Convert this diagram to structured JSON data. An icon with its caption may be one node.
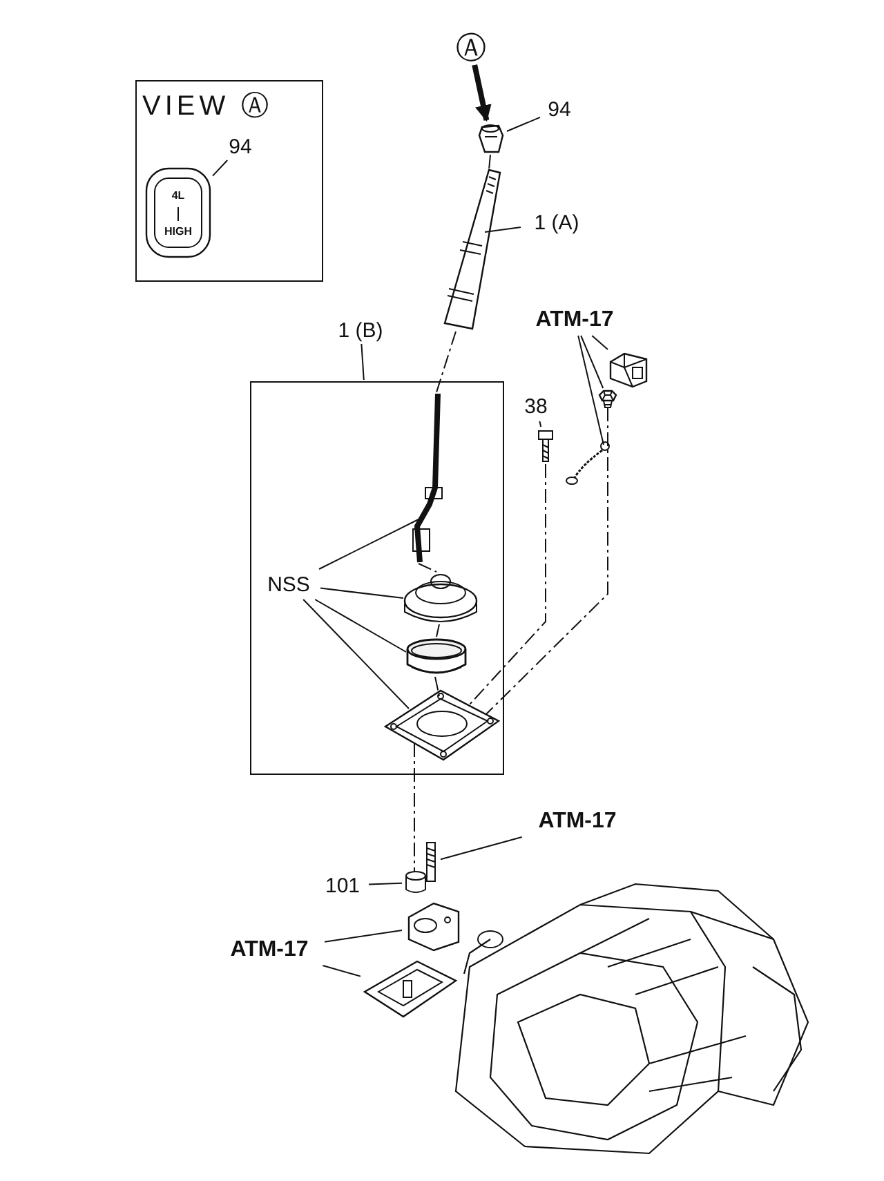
{
  "diagram": {
    "nodes": [
      {
        "text": [
          "VIEW Ⓐ"
        ]
      },
      {
        "text": [
          "4L",
          "HIGH"
        ],
        "in": 0
      },
      {
        "text": [
          "94"
        ],
        "in": 0
      },
      {
        "text": [
          "Ⓐ"
        ]
      },
      {
        "text": [
          "94"
        ]
      },
      {
        "text": [],
        "shape": "picture"
      },
      {
        "text": [
          "1 (A)"
        ]
      },
      {
        "text": [],
        "shape": "picture"
      },
      {
        "text": [
          "1 (B)"
        ]
      },
      {
        "text": [],
        "shape": "box"
      },
      {
        "text": [],
        "shape": "picture",
        "in": 9
      },
      {
        "text": [],
        "shape": "picture",
        "in": 9
      },
      {
        "text": [],
        "shape": "picture",
        "in": 9
      },
      {
        "text": [],
        "shape": "picture",
        "in": 9
      },
      {
        "text": [
          "NSS"
        ],
        "in": 9
      },
      {
        "text": [
          "ATM-17"
        ]
      },
      {
        "text": [],
        "shape": "picture"
      },
      {
        "text": [],
        "shape": "picture"
      },
      {
        "text": [],
        "shape": "picture"
      },
      {
        "text": [
          "38"
        ]
      },
      {
        "text": [],
        "shape": "picture"
      },
      {
        "text": [
          "ATM-17"
        ]
      },
      {
        "text": [],
        "shape": "picture"
      },
      {
        "text": [
          "101"
        ]
      },
      {
        "text": [],
        "shape": "picture"
      },
      {
        "text": [
          "ATM-17"
        ]
      },
      {
        "text": [],
        "shape": "picture"
      },
      {
        "text": [],
        "shape": "picture"
      }
    ],
    "edges": [
      {
        "from": 2,
        "to": 1,
        "arrow": "none"
      },
      {
        "from": 3,
        "to": 5,
        "arrow": "to",
        "style": "thick"
      },
      {
        "from": 4,
        "to": 5,
        "arrow": "none"
      },
      {
        "from": 6,
        "to": 7,
        "arrow": "none"
      },
      {
        "from": 8,
        "to": 9,
        "arrow": "none"
      },
      {
        "from": 14,
        "to": 10,
        "arrow": "none"
      },
      {
        "from": 14,
        "to": 11,
        "arrow": "none"
      },
      {
        "from": 14,
        "to": 12,
        "arrow": "none"
      },
      {
        "from": 14,
        "to": 13,
        "arrow": "none"
      },
      {
        "from": 15,
        "to": 16,
        "arrow": "none"
      },
      {
        "from": 15,
        "to": 17,
        "arrow": "none"
      },
      {
        "from": 15,
        "to": 18,
        "arrow": "none"
      },
      {
        "from": 19,
        "to": 20,
        "arrow": "none"
      },
      {
        "from": 21,
        "to": 22,
        "arrow": "none"
      },
      {
        "from": 23,
        "to": 24,
        "arrow": "none"
      },
      {
        "from": 25,
        "to": 26,
        "arrow": "none"
      },
      {
        "from": 25,
        "to": 27,
        "arrow": "none"
      },
      {
        "from": 5,
        "to": 7,
        "arrow": "none",
        "style": "dashed"
      },
      {
        "from": 7,
        "to": 10,
        "arrow": "none",
        "style": "dashed"
      },
      {
        "from": 10,
        "to": 11,
        "arrow": "none",
        "style": "dashed"
      },
      {
        "from": 11,
        "to": 12,
        "arrow": "none",
        "style": "dashed"
      },
      {
        "from": 12,
        "to": 13,
        "arrow": "none",
        "style": "dashed"
      },
      {
        "from": 20,
        "to": 13,
        "arrow": "none",
        "style": "dashed"
      },
      {
        "from": 18,
        "to": 13,
        "arrow": "none",
        "style": "dashed"
      },
      {
        "from": 13,
        "to": 24,
        "arrow": "none",
        "style": "dashed"
      }
    ]
  }
}
